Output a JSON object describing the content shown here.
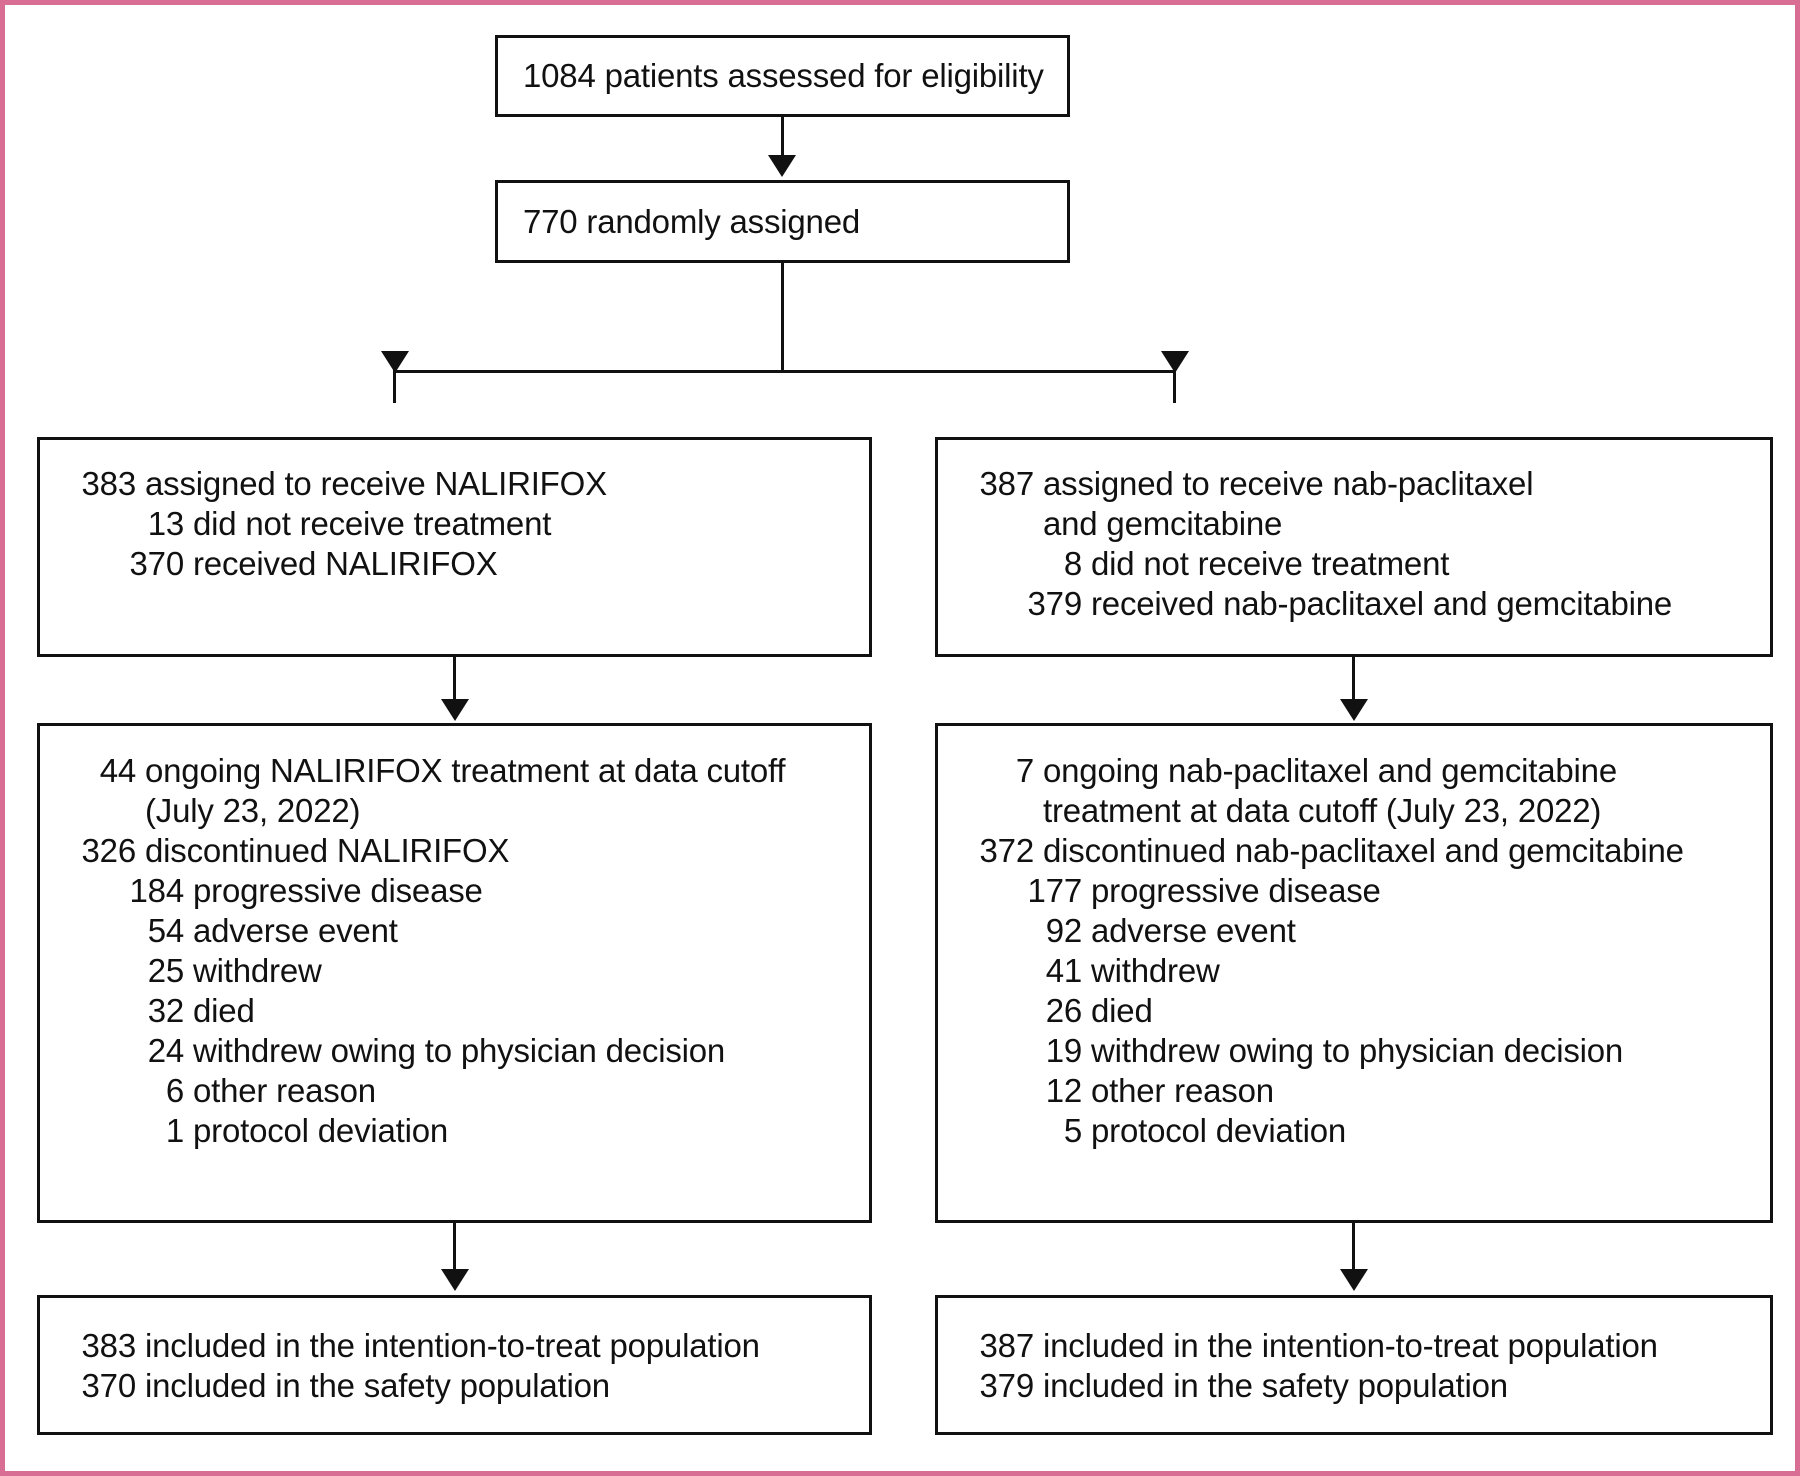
{
  "figure": {
    "type": "consort-flow-diagram",
    "frame_color": "#d96e94",
    "line_color": "#111111"
  },
  "nodes": {
    "screening": {
      "label": "1084 patients assessed for eligibility",
      "count": "1084",
      "text": "patients assessed for eligibility"
    },
    "randomised": {
      "label": "770 randomly assigned",
      "count": "770",
      "text": "randomly assigned"
    },
    "left_allocation": {
      "lines": [
        {
          "num": "383",
          "text": "assigned to receive NALIRIFOX",
          "level": 0
        },
        {
          "num": "13",
          "text": "did not receive treatment",
          "level": 1
        },
        {
          "num": "370",
          "text": "received NALIRIFOX",
          "level": 1
        }
      ]
    },
    "right_allocation": {
      "lines": [
        {
          "num": "387",
          "text": "assigned to receive nab-paclitaxel",
          "level": 0
        },
        {
          "num": "",
          "text": "and gemcitabine",
          "level": 0,
          "continuation": true
        },
        {
          "num": "8",
          "text": "did not receive treatment",
          "level": 1
        },
        {
          "num": "379",
          "text": "received nab-paclitaxel and gemcitabine",
          "level": 1
        }
      ]
    },
    "left_followup": {
      "lines": [
        {
          "num": "44",
          "text": "ongoing NALIRIFOX treatment at data cutoff",
          "level": 0
        },
        {
          "num": "",
          "text": "(July 23, 2022)",
          "level": 0,
          "continuation": true
        },
        {
          "num": "326",
          "text": "discontinued NALIRIFOX",
          "level": 0
        },
        {
          "num": "184",
          "text": " progressive disease",
          "level": 1
        },
        {
          "num": "54",
          "text": " adverse event",
          "level": 1
        },
        {
          "num": "25",
          "text": "withdrew",
          "level": 1
        },
        {
          "num": "32",
          "text": "died",
          "level": 1
        },
        {
          "num": "24",
          "text": "withdrew owing to physician decision",
          "level": 1
        },
        {
          "num": "6",
          "text": "other reason",
          "level": 1
        },
        {
          "num": "1",
          "text": "protocol deviation",
          "level": 1
        }
      ]
    },
    "right_followup": {
      "lines": [
        {
          "num": "7",
          "text": "ongoing nab-paclitaxel and gemcitabine",
          "level": 0
        },
        {
          "num": "",
          "text": "treatment at data cutoff (July 23, 2022)",
          "level": 0,
          "continuation": true
        },
        {
          "num": "372",
          "text": "discontinued nab-paclitaxel and gemcitabine",
          "level": 0
        },
        {
          "num": "177",
          "text": "progressive disease",
          "level": 1
        },
        {
          "num": "92",
          "text": "adverse event",
          "level": 1
        },
        {
          "num": "41",
          "text": "withdrew",
          "level": 1
        },
        {
          "num": "26",
          "text": "died",
          "level": 1
        },
        {
          "num": "19",
          "text": "withdrew owing to physician decision",
          "level": 1
        },
        {
          "num": "12",
          "text": "other reason",
          "level": 1
        },
        {
          "num": "5",
          "text": "protocol deviation",
          "level": 1
        }
      ]
    },
    "left_analysis": {
      "lines": [
        {
          "num": "383",
          "text": "included in the intention-to-treat population",
          "level": 0
        },
        {
          "num": "370",
          "text": "included in the safety population",
          "level": 0
        }
      ]
    },
    "right_analysis": {
      "lines": [
        {
          "num": "387",
          "text": "included in the intention-to-treat population",
          "level": 0
        },
        {
          "num": "379",
          "text": "included in the safety population",
          "level": 0
        }
      ]
    }
  }
}
